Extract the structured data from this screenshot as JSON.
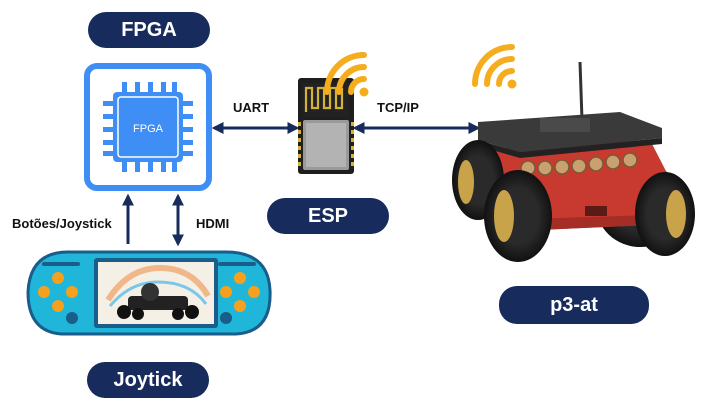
{
  "nodes": {
    "fpga": {
      "title": "FPGA",
      "chip_label": "FPGA"
    },
    "esp": {
      "title": "ESP"
    },
    "robot": {
      "title": "p3-at"
    },
    "joystick": {
      "title": "Joytick"
    }
  },
  "links": {
    "uart": "UART",
    "tcpip": "TCP/IP",
    "buttons_joystick": "Botões/Joystick",
    "hdmi": "HDMI"
  },
  "colors": {
    "pill": "#172b5c",
    "arrow": "#172b5c",
    "fpga_blue": "#3f8ef5",
    "wifi": "#f5ad1e",
    "robot_red": "#c83a30",
    "joystick_blue": "#1fb6d9",
    "dpad_orange": "#f5a11e"
  },
  "icons": [
    "chip-icon",
    "wifi-icon",
    "esp-module-icon",
    "robot-icon",
    "handheld-console-icon"
  ]
}
